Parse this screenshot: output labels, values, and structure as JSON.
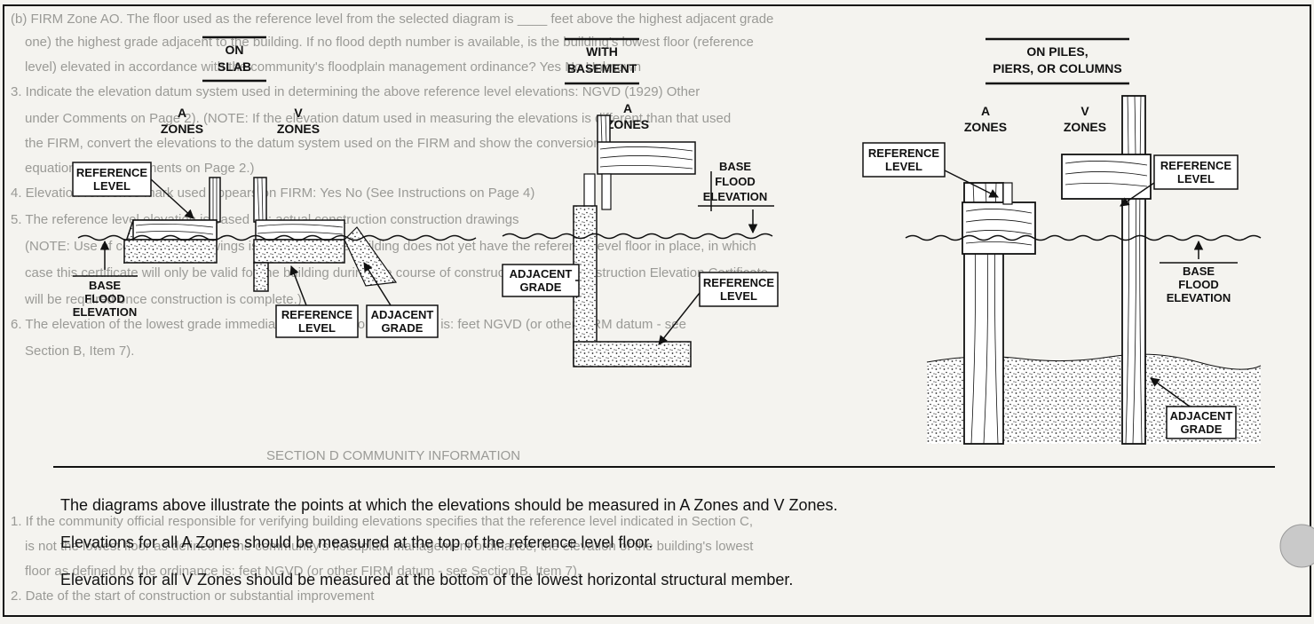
{
  "headers": {
    "slab": [
      "ON",
      "SLAB"
    ],
    "basement": [
      "WITH",
      "BASEMENT"
    ],
    "piles": [
      "ON PILES,",
      "PIERS, OR COLUMNS"
    ]
  },
  "zones": {
    "a": [
      "A",
      "ZONES"
    ],
    "v": [
      "V",
      "ZONES"
    ]
  },
  "labels": {
    "reference_level": [
      "REFERENCE",
      "LEVEL"
    ],
    "base_flood_elevation": [
      "BASE",
      "FLOOD",
      "ELEVATION"
    ],
    "adjacent_grade": [
      "ADJACENT",
      "GRADE"
    ]
  },
  "captions": [
    "The diagrams above illustrate the points at which the elevations should be measured in A Zones and V Zones.",
    "Elevations for all A Zones should be measured at the top of the reference level floor.",
    "Elevations for all V Zones should be measured at the bottom of the lowest horizontal structural member."
  ],
  "background_text": [
    "(b) FIRM Zone AO. The floor used as the reference level from the selected diagram is ____ feet above the highest adjacent grade",
    "one) the highest grade adjacent to the building. If no flood depth number is available, is the building's lowest floor (reference",
    "level) elevated in accordance with the community's floodplain management ordinance?  Yes  No  Unknown",
    "3. Indicate the elevation datum system used in determining the above reference level elevations:  NGVD (1929)  Other",
    "under Comments on Page 2). (NOTE: If the elevation datum used in measuring the elevations is different than that used",
    "the FIRM, convert the elevations to the datum system used on the FIRM and show the conversion",
    "equation under Comments on Page 2.)",
    "4. Elevation reference mark used appears on FIRM:  Yes  No (See Instructions on Page 4)",
    "5. The reference level elevation is based on:  actual construction  construction drawings",
    "(NOTE: Use of construction drawings is only valid if the building does not yet have the reference level floor in place, in which",
    "case this certificate will only be valid for the building during the course of construction. A post-construction Elevation Certificate",
    "will be required once construction is complete.)",
    "6. The elevation of the lowest grade immediately adjacent to the building is:  feet NGVD (or other FIRM datum - see",
    "Section B, Item 7).",
    "SECTION D   COMMUNITY INFORMATION",
    "1. If the community official responsible for verifying building elevations specifies that the reference level indicated in Section C,",
    "is not the lowest floor as defined in the community's floodplain management ordinance, the elevation of the building's lowest",
    "floor as defined by the ordinance is:  feet NGVD (or other FIRM datum - see Section B, Item 7).",
    "2. Date of the start of construction or substantial improvement"
  ]
}
